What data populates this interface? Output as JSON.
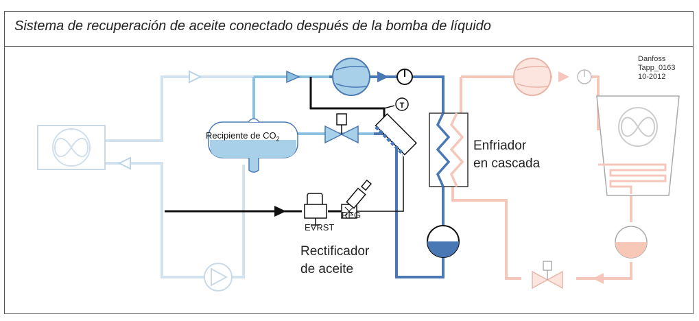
{
  "title": "Sistema de recuperación de aceite conectado después de la bomba de líquido",
  "labels": {
    "receiver": "Recipiente de CO",
    "receiver_subscript": "2",
    "evrst": "EVRST",
    "reg": "REG",
    "oil_rectifier_line1": "Rectificador",
    "oil_rectifier_line2": "de aceite",
    "cascade_cooler_line1": "Enfriador",
    "cascade_cooler_line2": "en cascada",
    "danfoss_line1": "Danfoss",
    "danfoss_line2": "Tapp_0163",
    "danfoss_line3": "10-2012",
    "thermo_symbol": "T"
  },
  "colors": {
    "co2_dark_blue": "#4a78b5",
    "co2_light_blue": "#8cc2df",
    "faded_blue": "#d2e3ef",
    "pale_red": "#f4c7ba",
    "oil_black": "#111111",
    "frame": "#555555"
  }
}
